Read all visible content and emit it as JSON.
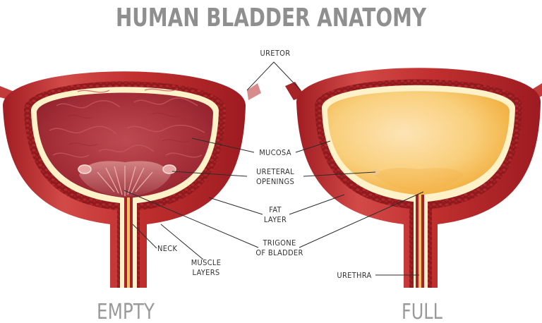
{
  "title": "HUMAN BLADDER ANATOMY",
  "labels": {
    "uretor": "URETOR",
    "mucosa": "MUCOSA",
    "ureteral_1": "URETERAL",
    "ureteral_2": "OPENINGS",
    "fat_1": "FAT",
    "fat_2": "LAYER",
    "trigone_1": "TRIGONE",
    "trigone_2": "OF BLADDER",
    "neck": "NECK",
    "muscle_1": "MUSCLE",
    "muscle_2": "LAYERS",
    "urethra": "URETHRA"
  },
  "captions": {
    "empty": "EMPTY",
    "full": "FULL"
  },
  "colors": {
    "outer_wall": "#b5262b",
    "wall_highlight": "#dc5a55",
    "fat_band": "#8e1a1e",
    "lining": "#fff1c8",
    "empty_interior": "#a8313a",
    "full_interior": "#f7c567",
    "title": "#8f8f8f",
    "caption": "#9a9a9a"
  }
}
